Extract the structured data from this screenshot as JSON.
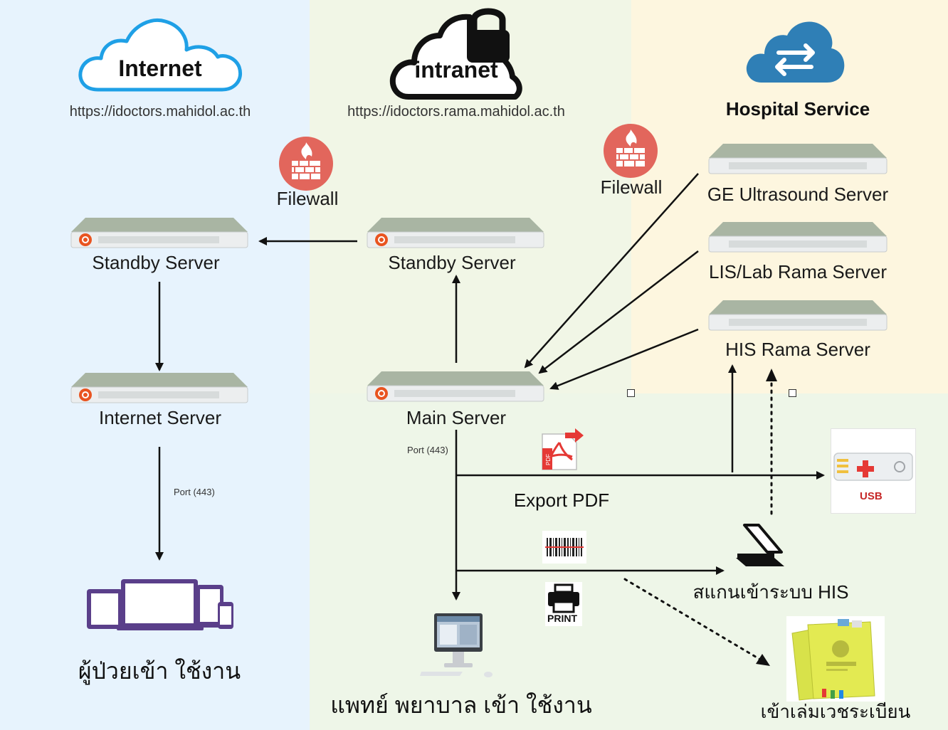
{
  "zones": {
    "internet": {
      "cloud_label": "Internet",
      "url": "https://idoctors.mahidol.ac.th"
    },
    "intranet": {
      "cloud_label": "intranet",
      "url": "https://idoctors.rama.mahidol.ac.th"
    },
    "hospital": {
      "title": "Hospital Service"
    }
  },
  "firewalls": [
    "Filewall",
    "Filewall"
  ],
  "servers": {
    "internet_standby": "Standby Server",
    "internet_main": "Internet Server",
    "intranet_standby": "Standby Server",
    "intranet_main": "Main Server",
    "ge": "GE Ultrasound Server",
    "lis": "LIS/Lab Rama Server",
    "his": "HIS Rama Server"
  },
  "ports": {
    "internet": "Port (443)",
    "intranet": "Port (443)"
  },
  "endpoints": {
    "patient": "ผู้ป่วยเข้า ใช้งาน",
    "staff": "แพทย์ พยาบาล เข้า ใช้งาน",
    "export_pdf": "Export PDF",
    "scan_his": "สแกนเข้าระบบ HIS",
    "med_records": "เข้าเล่มเวชระเบียน"
  },
  "badges": {
    "usb": "USB",
    "print": "PRINT",
    "pdf": "PDF"
  },
  "colors": {
    "internet_bg": "#e7f3fd",
    "intranet_bg": "#eef6e8",
    "hospital_bg": "#fdf6df",
    "internet_cloud": "#1fa0e6",
    "intranet_cloud": "#111111",
    "hospital_cloud": "#2f7fb6",
    "firewall": "#e2665c",
    "ubuntu": "#e95420"
  }
}
